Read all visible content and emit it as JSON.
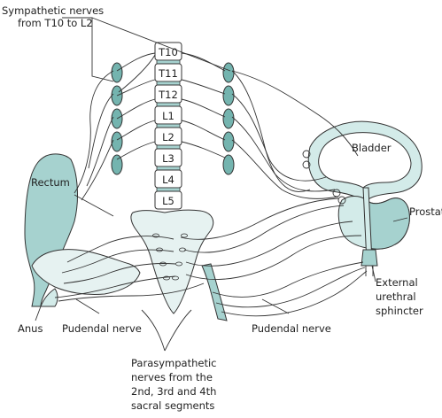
{
  "colors": {
    "organ_fill": "#a6d2cf",
    "organ_fill_light": "#d3ebe9",
    "bone_fill": "#e6f2f1",
    "ganglion_fill": "#74b4af",
    "line": "#333333"
  },
  "labels": {
    "sympathetic_line1": "Sympathetic nerves",
    "sympathetic_line2": "from T10 to L2",
    "rectum": "Rectum",
    "anus": "Anus",
    "pudendal_left": "Pudendal nerve",
    "pudendal_right": "Pudendal nerve",
    "bladder": "Bladder",
    "prostate": "Prostate",
    "sphincter_line1": "External",
    "sphincter_line2": "urethral",
    "sphincter_line3": "sphincter",
    "para_line1": "Parasympathetic",
    "para_line2": "nerves from the",
    "para_line3": "2nd, 3rd and 4th",
    "para_line4": "sacral segments"
  },
  "vertebrae": [
    "T10",
    "T11",
    "T12",
    "L1",
    "L2",
    "L3",
    "L4",
    "L5"
  ]
}
